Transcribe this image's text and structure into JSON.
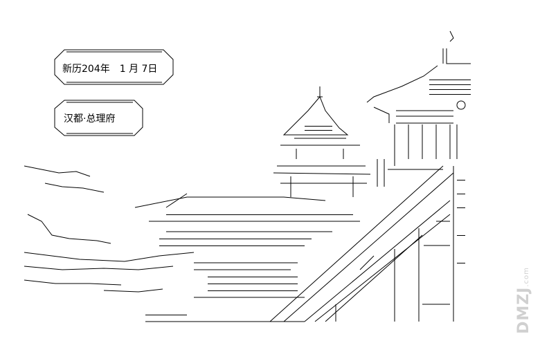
{
  "captions": {
    "date": "新历204年　1 月 7日",
    "place": "汉都·总理府"
  },
  "watermark": {
    "brand": "DMZJ",
    "suffix": ".com"
  },
  "colors": {
    "ink": "#000000",
    "background": "#ffffff",
    "watermark": "#d0d0d0"
  }
}
